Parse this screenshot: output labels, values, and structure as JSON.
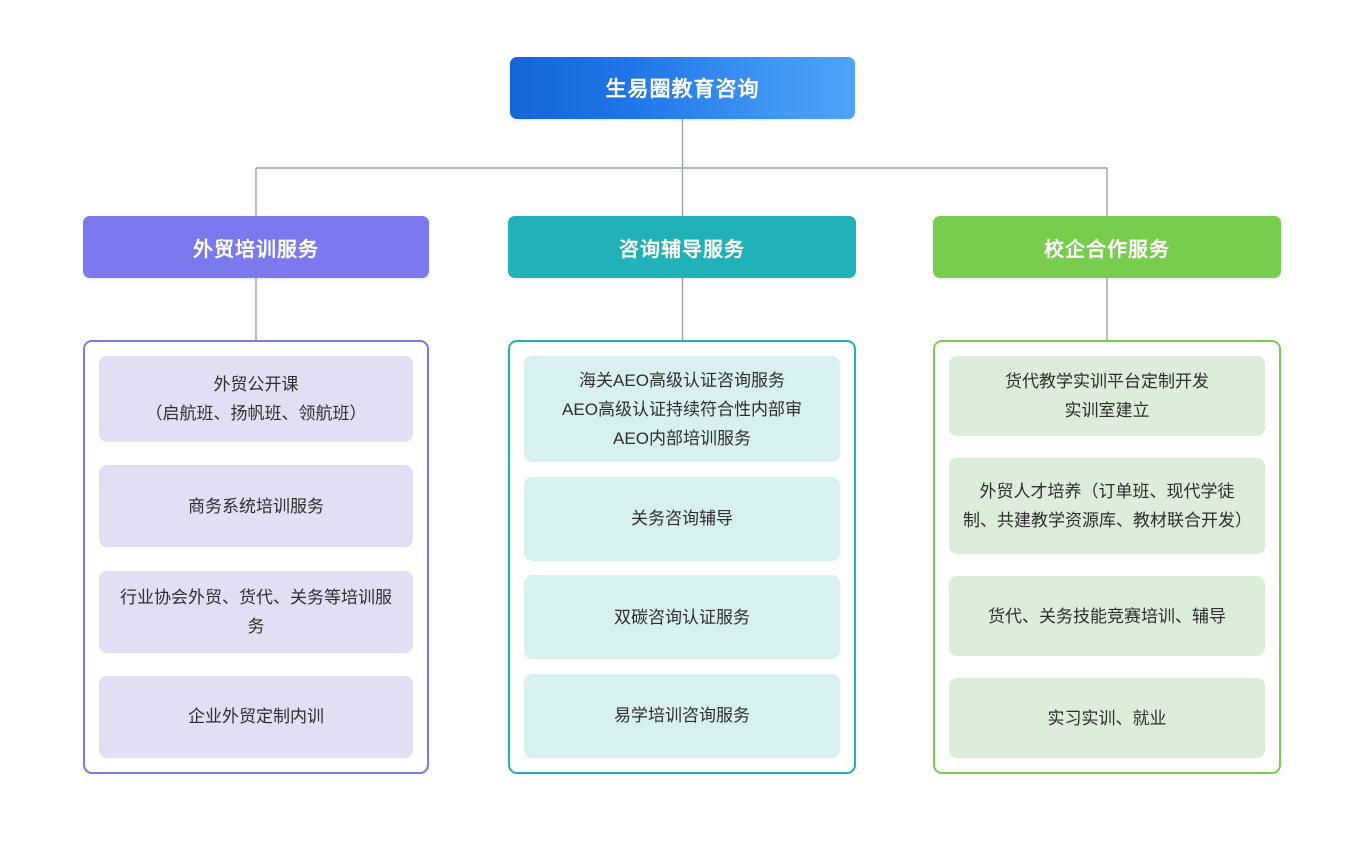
{
  "diagram": {
    "type": "organization-tree",
    "root": {
      "label": "生易圈教育咨询",
      "color": "#1f76e8",
      "gradient_from": "#1565d8",
      "gradient_to": "#4ea2f7"
    },
    "branches": [
      {
        "id": "training",
        "header": "外贸培训服务",
        "color": "#7b79ee",
        "card_color": "#e2dff4",
        "items": [
          {
            "text": "外贸公开课\n（启航班、扬帆班、领航班）"
          },
          {
            "text": "商务系统培训服务"
          },
          {
            "text": "行业协会外贸、货代、关务等培训服务"
          },
          {
            "text": "企业外贸定制内训"
          }
        ]
      },
      {
        "id": "consulting",
        "header": "咨询辅导服务",
        "color": "#20b2b6",
        "card_color": "#d9f0f1",
        "items": [
          {
            "text": "海关AEO高级认证咨询服务\nAEO高级认证持续符合性内部审\nAEO内部培训服务"
          },
          {
            "text": "关务咨询辅导"
          },
          {
            "text": "双碳咨询认证服务"
          },
          {
            "text": "易学培训咨询服务"
          }
        ]
      },
      {
        "id": "school-enterprise",
        "header": "校企合作服务",
        "color": "#78cc4e",
        "card_color": "#dcedda",
        "items": [
          {
            "text": "货代教学实训平台定制开发\n实训室建立"
          },
          {
            "text": "外贸人才培养（订单班、现代学徒制、共建教学资源库、教材联合开发）"
          },
          {
            "text": "货代、关务技能竞赛培训、辅导"
          },
          {
            "text": "实习实训、就业"
          }
        ]
      }
    ],
    "connector_color": "#9aa3ad"
  }
}
